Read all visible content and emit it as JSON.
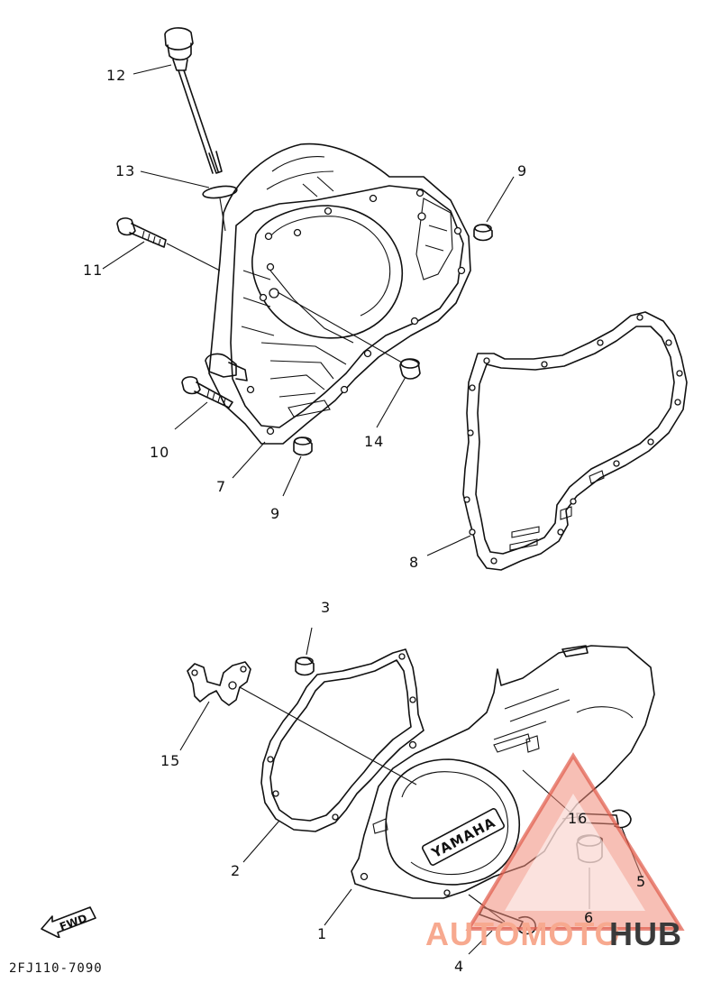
{
  "figure": {
    "part_code": "2FJ110-7090",
    "fwd_label": "FWD",
    "cover_logo": "YAMAHA"
  },
  "callouts": {
    "c1": "1",
    "c2": "2",
    "c3": "3",
    "c4": "4",
    "c5": "5",
    "c6": "6",
    "c7": "7",
    "c8": "8",
    "c9a": "9",
    "c9b": "9",
    "c10": "10",
    "c11": "11",
    "c12": "12",
    "c13": "13",
    "c14": "14",
    "c15": "15",
    "c16": "16"
  },
  "watermark": {
    "part1": "AUTOMOTO",
    "part2": "HUB",
    "color_primary": "#f26a4f",
    "color_light": "#f7a98f",
    "color_dark": "#3a3a3a",
    "color_triangle": "#f08a78"
  }
}
